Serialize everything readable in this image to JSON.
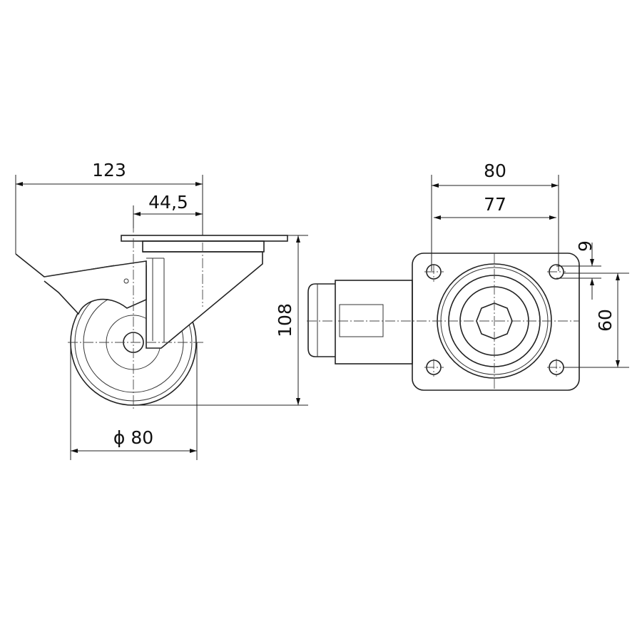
{
  "drawing": {
    "side_view": {
      "dimensions": {
        "overall_length": "123",
        "offset": "44,5",
        "height": "108",
        "wheel_diameter": "ϕ 80"
      }
    },
    "top_view": {
      "dimensions": {
        "plate_width": "80",
        "hole_spacing_x": "77",
        "hole_diameter": "9",
        "hole_spacing_y": "60"
      }
    },
    "line_color": "#222222"
  }
}
